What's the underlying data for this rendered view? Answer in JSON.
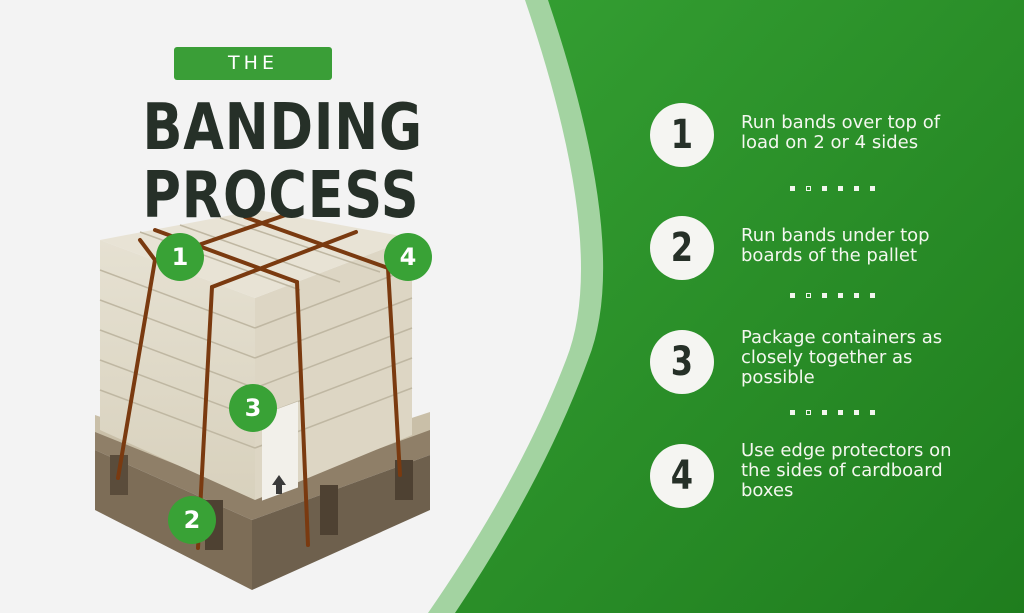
{
  "header": {
    "badge_label": "THE",
    "title_line1": "BANDING",
    "title_line2": "PROCESS"
  },
  "illustration": {
    "markers": [
      {
        "label": "1"
      },
      {
        "label": "2"
      },
      {
        "label": "3"
      },
      {
        "label": "4"
      }
    ]
  },
  "steps": [
    {
      "number": "1",
      "text": "Run bands over top of load on 2 or 4 sides"
    },
    {
      "number": "2",
      "text": "Run bands under top boards of the pallet"
    },
    {
      "number": "3",
      "text": "Package containers as closely together as possible"
    },
    {
      "number": "4",
      "text": "Use edge protectors on the sides of cardboard boxes"
    }
  ],
  "colors": {
    "green_dark": "#2a8a26",
    "green_accent": "#39a236",
    "green_light_band": "#a3d3a1",
    "background": "#f3f3f3",
    "title_text": "#263028",
    "strap": "#7a3a10"
  }
}
